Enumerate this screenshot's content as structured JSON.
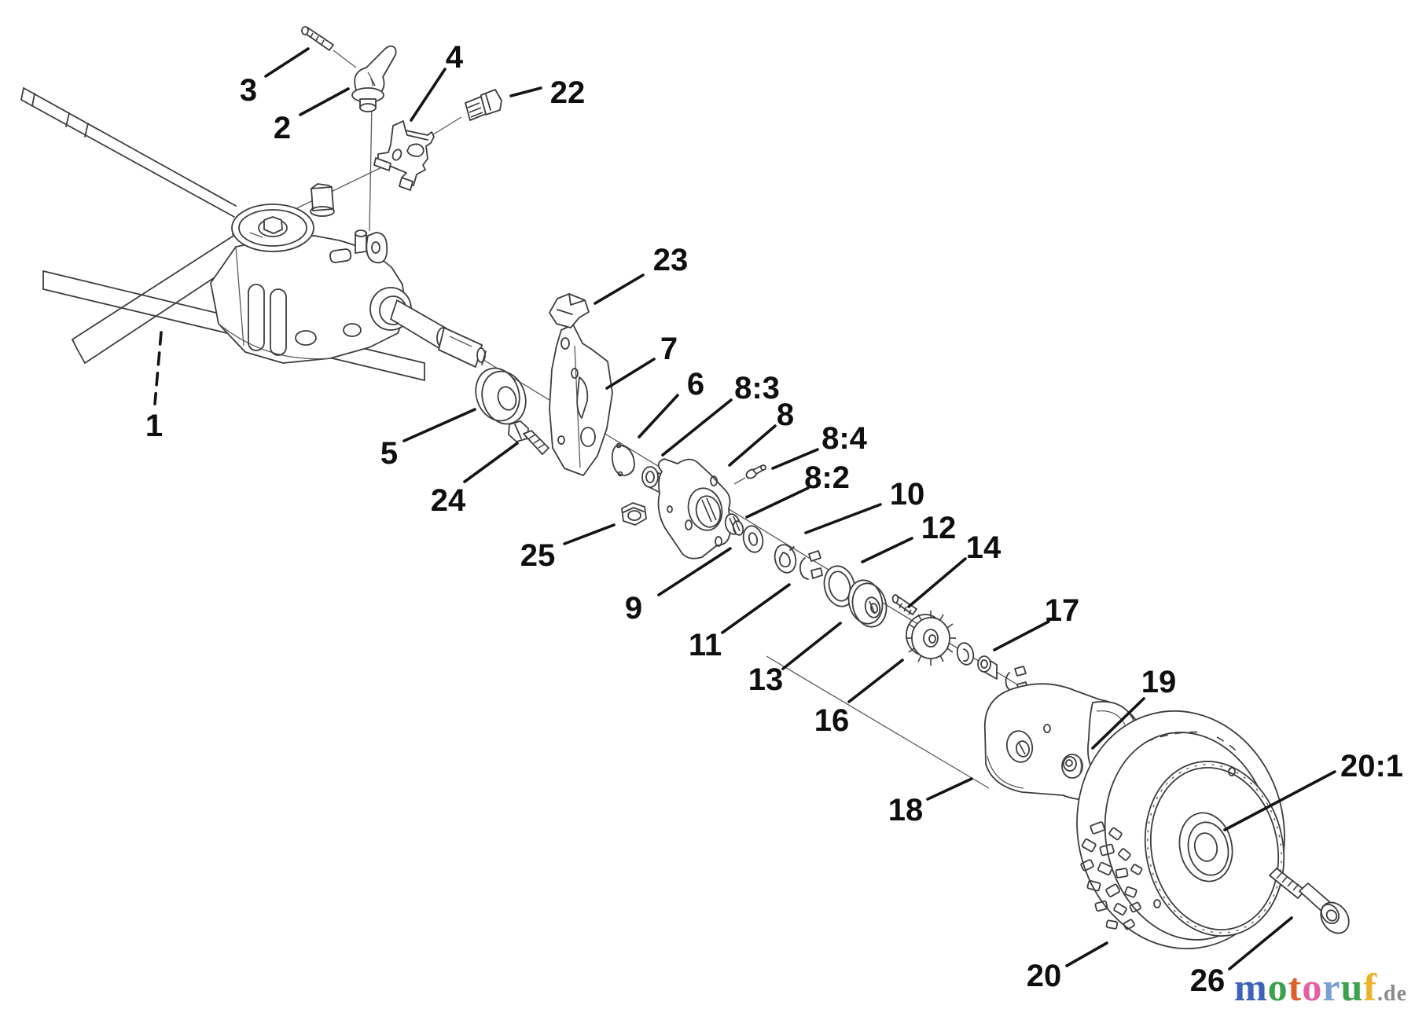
{
  "diagram": {
    "type": "exploded-parts-diagram",
    "description": "Black and white exploded view of a mower gear case, transmission shaft and rear wheel assembly with numbered callouts",
    "callouts": [
      {
        "id": "1",
        "label": "1"
      },
      {
        "id": "2",
        "label": "2"
      },
      {
        "id": "3",
        "label": "3"
      },
      {
        "id": "4",
        "label": "4"
      },
      {
        "id": "22",
        "label": "22"
      },
      {
        "id": "23",
        "label": "23"
      },
      {
        "id": "7",
        "label": "7"
      },
      {
        "id": "6",
        "label": "6"
      },
      {
        "id": "8:3",
        "label": "8:3"
      },
      {
        "id": "8",
        "label": "8"
      },
      {
        "id": "8:4",
        "label": "8:4"
      },
      {
        "id": "8:2",
        "label": "8:2"
      },
      {
        "id": "10",
        "label": "10"
      },
      {
        "id": "12",
        "label": "12"
      },
      {
        "id": "14",
        "label": "14"
      },
      {
        "id": "17",
        "label": "17"
      },
      {
        "id": "19",
        "label": "19"
      },
      {
        "id": "5",
        "label": "5"
      },
      {
        "id": "24",
        "label": "24"
      },
      {
        "id": "25",
        "label": "25"
      },
      {
        "id": "9",
        "label": "9"
      },
      {
        "id": "11",
        "label": "11"
      },
      {
        "id": "13",
        "label": "13"
      },
      {
        "id": "16",
        "label": "16"
      },
      {
        "id": "18",
        "label": "18"
      },
      {
        "id": "20",
        "label": "20"
      },
      {
        "id": "20:1",
        "label": "20:1"
      },
      {
        "id": "26",
        "label": "26"
      }
    ],
    "ink_color": "#141414",
    "background_color": "#ffffff"
  },
  "watermark": {
    "letters": [
      {
        "char": "m",
        "color": "#3e62b8",
        "style": "color:#3e62b8"
      },
      {
        "char": "o",
        "color": "#3da14c",
        "style": "color:#3da14c"
      },
      {
        "char": "t",
        "color": "#dd5f2a",
        "style": "color:#dd5f2a"
      },
      {
        "char": "o",
        "color": "#e55fa2",
        "style": "color:#e55fa2"
      },
      {
        "char": "r",
        "color": "#7a9fd6",
        "style": "color:#7a9fd6"
      },
      {
        "char": "u",
        "color": "#3da14c",
        "style": "color:#3da14c"
      },
      {
        "char": "f",
        "color": "#edb22b",
        "style": "color:#edb22b"
      }
    ],
    "suffix": ".de",
    "suffix_color": "#8a8a8a",
    "suffix_style": "color:#8a8a8a"
  }
}
